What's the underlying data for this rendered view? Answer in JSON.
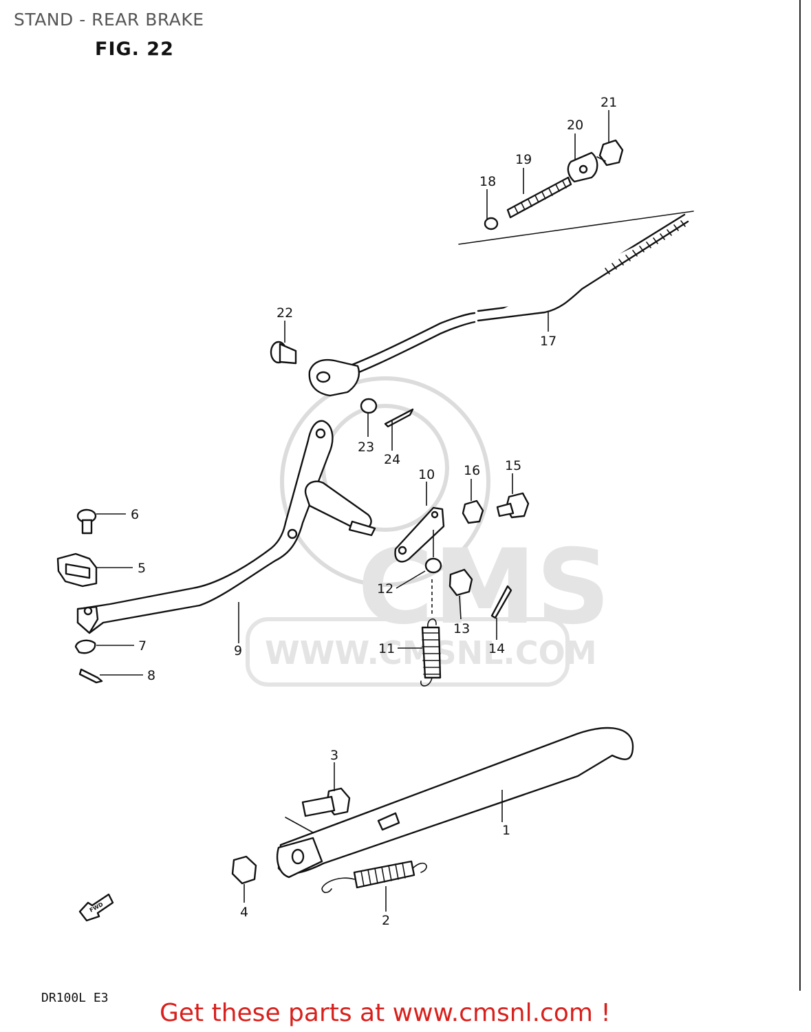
{
  "header": {
    "title": "STAND - REAR BRAKE",
    "figure": "FIG. 22"
  },
  "watermark": {
    "brand": "CMS",
    "url": "WWW.CMSNL.COM"
  },
  "direction_marker": "FWD",
  "parts": [
    {
      "number": "1"
    },
    {
      "number": "2"
    },
    {
      "number": "3"
    },
    {
      "number": "4"
    },
    {
      "number": "5"
    },
    {
      "number": "6"
    },
    {
      "number": "7"
    },
    {
      "number": "8"
    },
    {
      "number": "9"
    },
    {
      "number": "10"
    },
    {
      "number": "11"
    },
    {
      "number": "12"
    },
    {
      "number": "13"
    },
    {
      "number": "14"
    },
    {
      "number": "15"
    },
    {
      "number": "16"
    },
    {
      "number": "17"
    },
    {
      "number": "18"
    },
    {
      "number": "19"
    },
    {
      "number": "20"
    },
    {
      "number": "21"
    },
    {
      "number": "22"
    },
    {
      "number": "23"
    },
    {
      "number": "24"
    }
  ],
  "footer": {
    "model_code": "DR100L  E3",
    "promo": "Get these parts at www.cmsnl.com !"
  },
  "colors": {
    "promo": "#d8201c",
    "title": "#555555",
    "line": "#111111",
    "watermark": "#e4e4e4"
  }
}
